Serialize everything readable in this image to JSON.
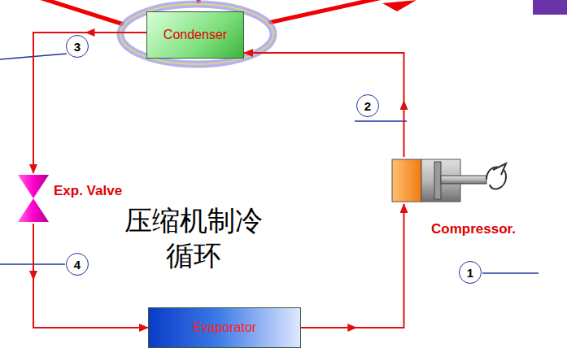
{
  "diagram": {
    "nodes": [
      {
        "text": [
          "Condenser"
        ]
      },
      {
        "text": [
          "Exp. Valve"
        ]
      },
      {
        "text": [
          "Compressor."
        ]
      },
      {
        "text": [
          "Evaporator"
        ]
      }
    ],
    "edges": [
      {
        "from": 0,
        "to": 1,
        "arrow": "to"
      },
      {
        "from": 1,
        "to": 3,
        "arrow": "to"
      },
      {
        "from": 3,
        "to": 2,
        "arrow": "to"
      },
      {
        "from": 2,
        "to": 0,
        "arrow": "to"
      }
    ],
    "labels": [
      "3",
      "2",
      "压缩机制冷 循环",
      "4",
      "1"
    ]
  }
}
